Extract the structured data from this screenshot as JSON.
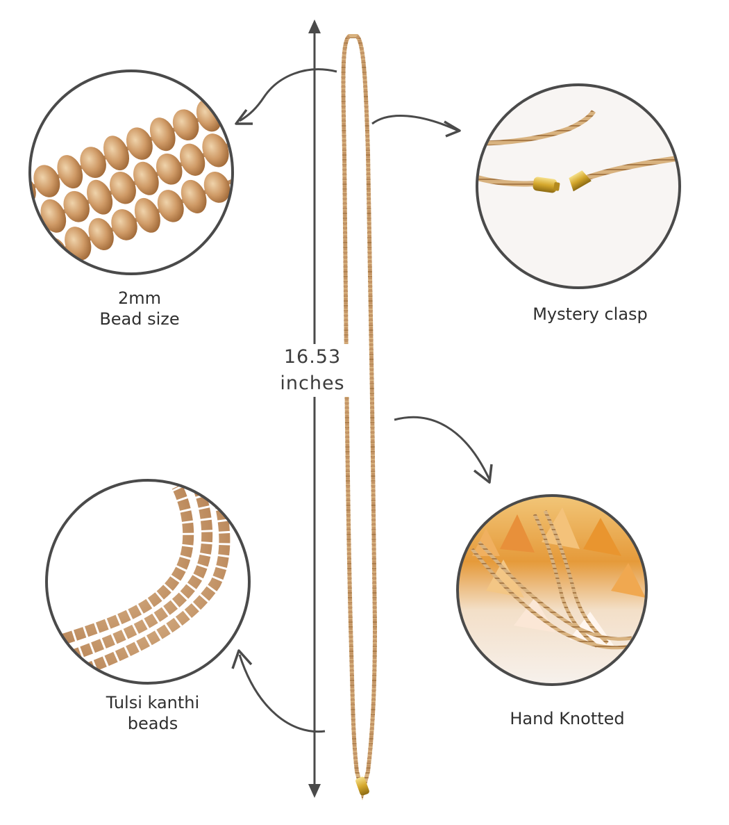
{
  "measurement": {
    "value": "16.53",
    "unit": "inches"
  },
  "callouts": {
    "bead_size": {
      "line1": "2mm",
      "line2": "Bead size"
    },
    "clasp": {
      "label": "Mystery clasp"
    },
    "beads": {
      "line1": "Tulsi kanthi",
      "line2": "beads"
    },
    "knotted": {
      "label": "Hand Knotted"
    }
  },
  "colors": {
    "circle_border": "#4a4a4a",
    "arrow": "#4a4a4a",
    "bead_light": "#e6c79c",
    "bead_mid": "#c9935f",
    "bead_dark": "#a86f3e",
    "clasp_gold": "#d4a72c",
    "crystal_orange": "#e59a3a"
  }
}
